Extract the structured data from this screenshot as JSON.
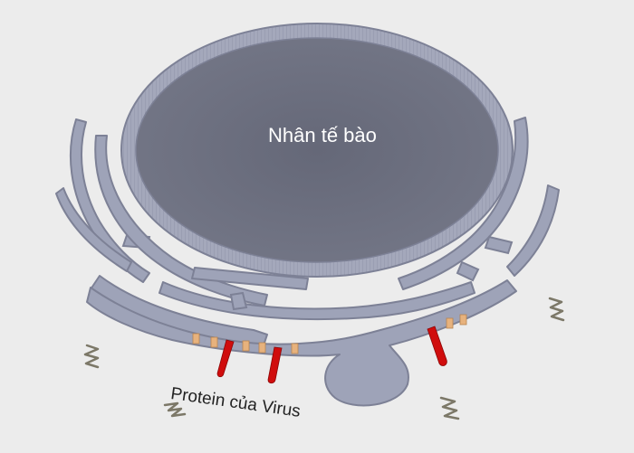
{
  "labels": {
    "nucleus": "Nhân tế bào",
    "virus_protein": "Protein của Virus"
  },
  "colors": {
    "background": "#ececec",
    "nucleus_fill": "#6b6e7d",
    "nuclear_envelope": "#9ea3b8",
    "er_fill": "#9ea3b8",
    "er_stroke": "#7d8196",
    "viral_protein": "#d00d0d",
    "ribosome": "#e7b27d",
    "virus_fragment": "#7c7868"
  },
  "icons": {
    "virus_fragment": "zigzag-squiggle",
    "viral_protein": "tapered-spike",
    "ribosome": "small-rectangle"
  }
}
